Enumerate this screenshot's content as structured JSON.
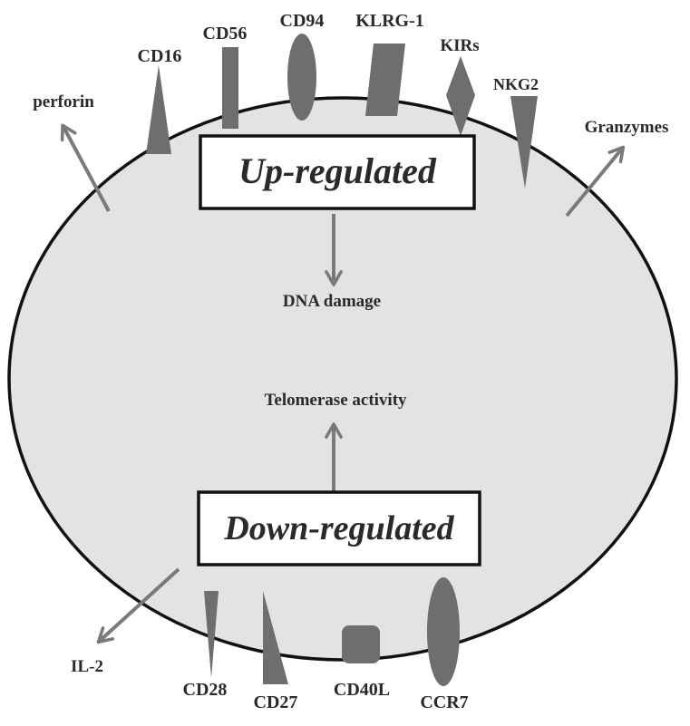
{
  "colors": {
    "background": "#ffffff",
    "cell_fill": "#e3e3e3",
    "cell_stroke": "#111111",
    "marker_fill": "#6e6e6e",
    "arrow": "#7a7a7a",
    "box_fill": "#ffffff",
    "box_stroke": "#111111",
    "text": "#2a2a2a"
  },
  "boxes": {
    "upregulated": "Up-regulated",
    "downregulated": "Down-regulated"
  },
  "surface_markers_up": {
    "cd16": "CD16",
    "cd56": "CD56",
    "cd94": "CD94",
    "klrg1": "KLRG-1",
    "kirs": "KIRs",
    "nkg2": "NKG2"
  },
  "surface_markers_down": {
    "cd28": "CD28",
    "cd27": "CD27",
    "cd40l": "CD40L",
    "ccr7": "CCR7"
  },
  "outputs": {
    "perforin": "perforin",
    "granzymes": "Granzymes",
    "dna_damage": "DNA damage",
    "telomerase_activity": "Telomerase activity",
    "il2": "IL-2"
  }
}
